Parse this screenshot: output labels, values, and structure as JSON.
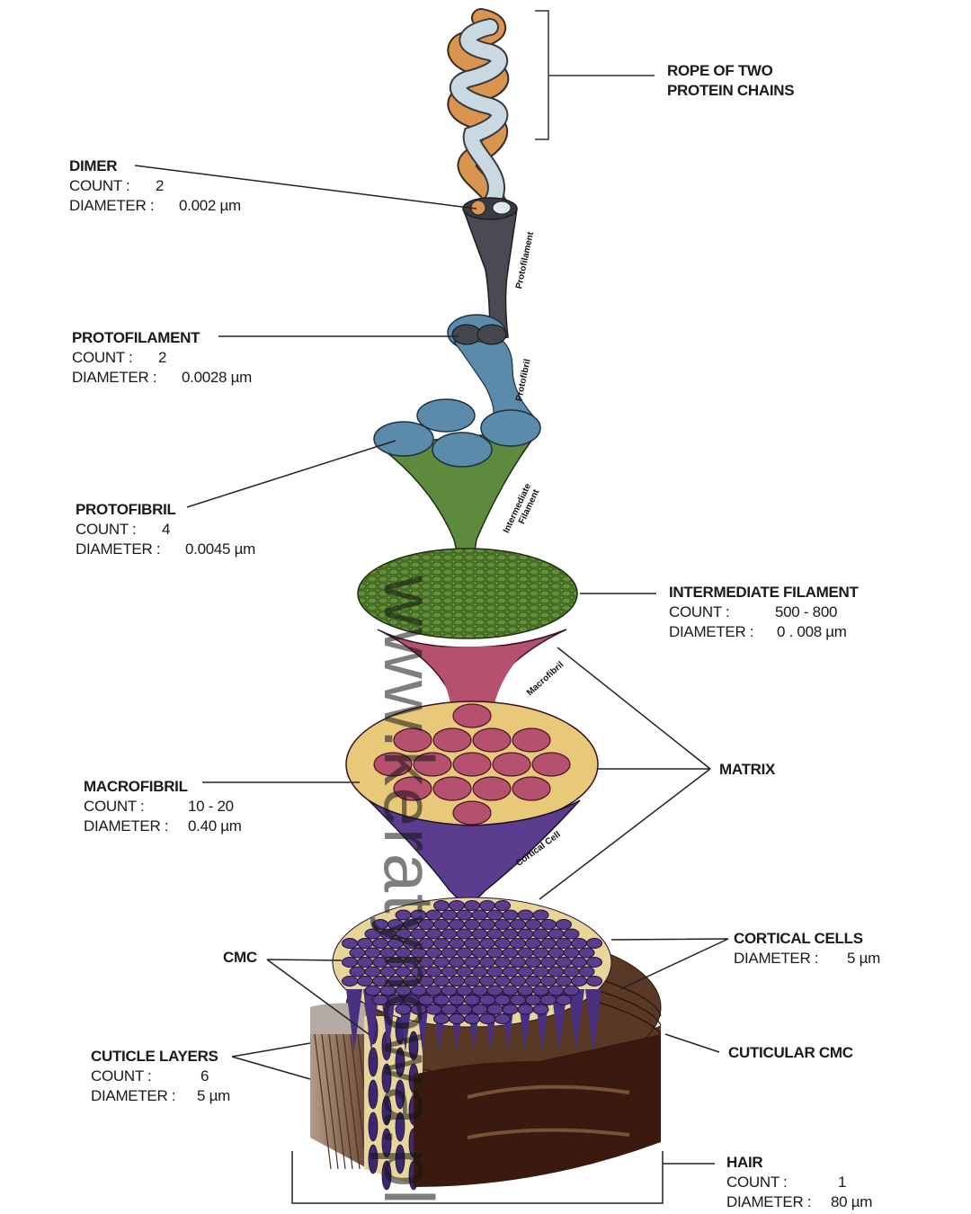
{
  "diagram": {
    "subject": "Hair structure hierarchy",
    "labels": {
      "rope": {
        "title_line1": "ROPE OF TWO",
        "title_line2": "PROTEIN CHAINS"
      },
      "dimer": {
        "title": "DIMER",
        "count_key": "COUNT :",
        "count": "2",
        "diameter_key": "DIAMETER :",
        "diameter": "0.002 µm"
      },
      "protofilament": {
        "title": "PROTOFILAMENT",
        "count_key": "COUNT :",
        "count": "2",
        "diameter_key": "DIAMETER :",
        "diameter": "0.0028 µm"
      },
      "protofibril": {
        "title": "PROTOFIBRIL",
        "count_key": "COUNT :",
        "count": "4",
        "diameter_key": "DIAMETER :",
        "diameter": "0.0045 µm"
      },
      "intermediate_filament": {
        "title": "INTERMEDIATE FILAMENT",
        "count_key": "COUNT :",
        "count": "500 - 800",
        "diameter_key": "DIAMETER :",
        "diameter": "0 . 008 µm"
      },
      "matrix": {
        "title": "MATRIX"
      },
      "macrofibril": {
        "title": "MACROFIBRIL",
        "count_key": "COUNT :",
        "count": "10 - 20",
        "diameter_key": "DIAMETER :",
        "diameter": "0.40 µm"
      },
      "cortical_cells": {
        "title": "CORTICAL CELLS",
        "diameter_key": "DIAMETER :",
        "diameter": "5 µm"
      },
      "cmc": {
        "title": "CMC"
      },
      "cuticle_layers": {
        "title": "CUTICLE LAYERS",
        "count_key": "COUNT :",
        "count": "6",
        "diameter_key": "DIAMETER :",
        "diameter": "5 µm"
      },
      "cuticular_cmc": {
        "title": "CUTICULAR CMC"
      },
      "hair": {
        "title": "HAIR",
        "count_key": "COUNT :",
        "count": "1",
        "diameter_key": "DIAMETER :",
        "diameter": "80 µm"
      }
    },
    "inline_labels": {
      "protofilament": "Protofilament",
      "protofibril": "Protofibril",
      "intermediate_filament_1": "Intermediate",
      "intermediate_filament_2": "Filament",
      "macrofibril": "Macrofibril",
      "cortical_cell": "Cortical Cell"
    },
    "watermark": "www.keratynowa.pl",
    "colors": {
      "chain_orange": "#d9954f",
      "chain_blue": "#c9d9e2",
      "protofilament": "#4a4a52",
      "protofibril": "#5b8bab",
      "intermediate_filament": "#5e8a3e",
      "if_disc": "#4f7a2c",
      "macrofibril": "#b5506e",
      "matrix": "#e8c97a",
      "cortical_cell": "#5a3d8e",
      "cuticle": "#8a6a55",
      "hair_brown": "#4a2a1a"
    }
  }
}
